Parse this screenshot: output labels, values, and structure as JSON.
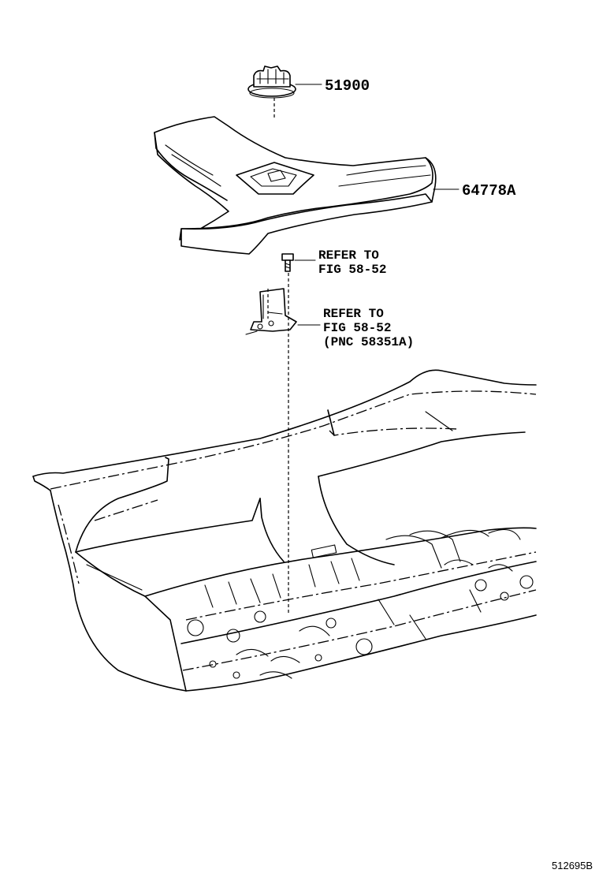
{
  "callouts": {
    "jack": "51900",
    "tray": "64778A",
    "refer1_line1": "REFER TO",
    "refer1_line2": "FIG 58-52",
    "refer2_line1": "REFER TO",
    "refer2_line2": "FIG 58-52",
    "refer2_line3": "(PNC 58351A)"
  },
  "diagram_id": "512695B",
  "colors": {
    "ink": "#000000",
    "paper": "#ffffff"
  }
}
